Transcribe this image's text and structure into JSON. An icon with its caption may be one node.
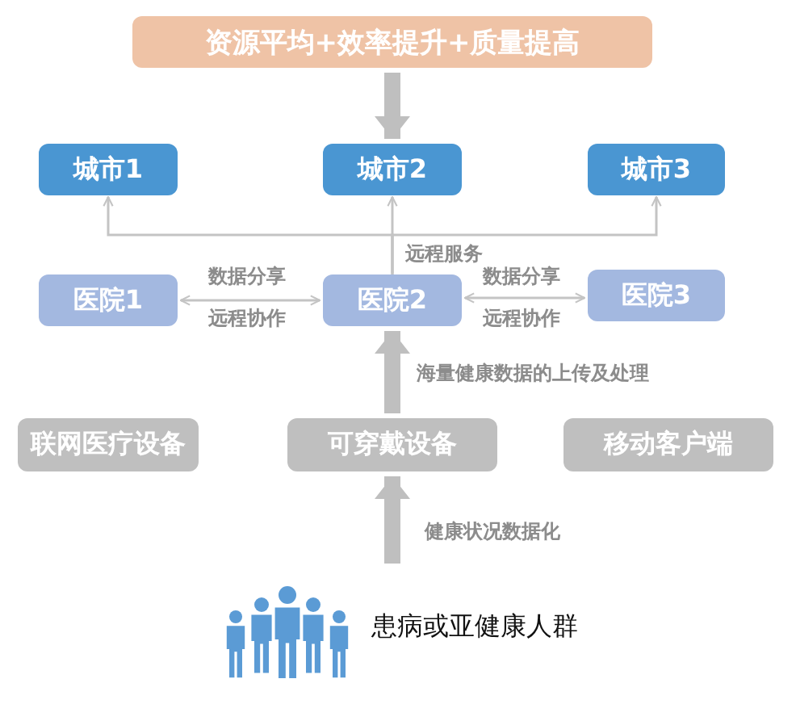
{
  "diagram": {
    "nodes": [
      {
        "text": [
          "资源平均+效率提升+质量提高"
        ]
      },
      {
        "text": [
          "城市1"
        ]
      },
      {
        "text": [
          "城市2"
        ]
      },
      {
        "text": [
          "城市3"
        ]
      },
      {
        "text": [
          "医院1"
        ]
      },
      {
        "text": [
          "医院2"
        ]
      },
      {
        "text": [
          "医院3"
        ]
      },
      {
        "text": [
          "联网医疗设备"
        ]
      },
      {
        "text": [
          "可穿戴设备"
        ]
      },
      {
        "text": [
          "移动客户端"
        ]
      },
      {
        "text": [],
        "shape": "person",
        "beside": [
          "患病或亚健康人群"
        ]
      }
    ],
    "edges": [
      {
        "from": 0,
        "to": 2,
        "arrow": "to",
        "style": "thick"
      },
      {
        "from": 5,
        "to": 1,
        "arrow": "to"
      },
      {
        "from": 5,
        "to": 2,
        "arrow": "to",
        "label": "远程服务"
      },
      {
        "from": 5,
        "to": 3,
        "arrow": "to"
      },
      {
        "from": 4,
        "to": 5,
        "arrow": "both",
        "label": "数据分享"
      },
      {
        "from": 5,
        "to": 6,
        "arrow": "both",
        "label": "数据分享"
      },
      {
        "from": 8,
        "to": 5,
        "arrow": "to",
        "style": "thick",
        "label": "海量健康数据的上传及处理"
      },
      {
        "from": 10,
        "to": 8,
        "arrow": "to",
        "style": "thick",
        "label": "健康状况数据化"
      }
    ],
    "labels": [
      "远程协作",
      "远程协作"
    ]
  }
}
